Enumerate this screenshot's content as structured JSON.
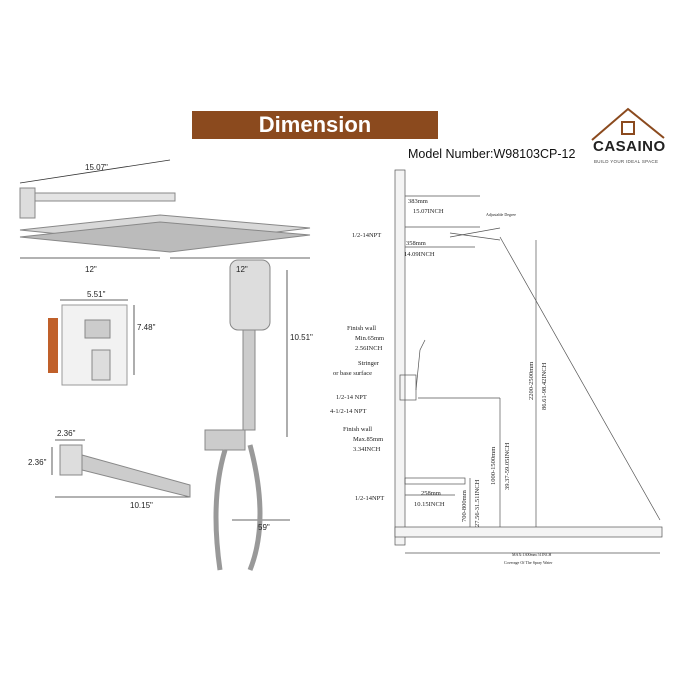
{
  "banner": {
    "title": "Dimension",
    "color": "#8b4a1e"
  },
  "model": "Model Number:W98103CP-12",
  "brand": {
    "name": "CASAINO",
    "tagline": "BUILD YOUR IDEAL SPACE"
  },
  "left_dims": {
    "arm": "15.07\"",
    "head_w1": "12\"",
    "head_w2": "12\"",
    "valve_w": "5.51\"",
    "valve_h": "7.48\"",
    "handheld_h": "10.51\"",
    "spout_w": "2.36\"",
    "spout_h": "2.36\"",
    "spout_len": "10.15\"",
    "hose": "59\""
  },
  "right_dims": {
    "arm_mm": "383mm",
    "arm_in": "15.07INCH",
    "adjust": "Adjustable Degree",
    "npt_top": "1/2-14NPT",
    "reach_mm": "358mm",
    "reach_in": "14.09INCH",
    "height_mm": "2200-2500mm",
    "height_in": "86.61-98.42INCH",
    "fw_min": "Finish wall",
    "fw_min_mm": "Min.65mm",
    "fw_min_in": "2.56INCH",
    "stringer1": "Stringer",
    "stringer2": "or base surface",
    "npt_mid": "1/2-14 NPT",
    "npt_4": "4-1/2-14 NPT",
    "fw_max": "Finish wall",
    "fw_max_mm": "Max.85mm",
    "fw_max_in": "3.34INCH",
    "valve_mm": "1000-1500mm",
    "valve_in": "39.37-59.05INCH",
    "npt_bottom": "1/2-14NPT",
    "spout_mm": "258mm",
    "spout_in": "10.15INCH",
    "spout_h_mm": "700-800mm",
    "spout_h_in": "27.56-31.51INCH",
    "coverage_max": "MAX:1300mm 51INCH",
    "coverage": "Coverage Of The Spray Water"
  }
}
